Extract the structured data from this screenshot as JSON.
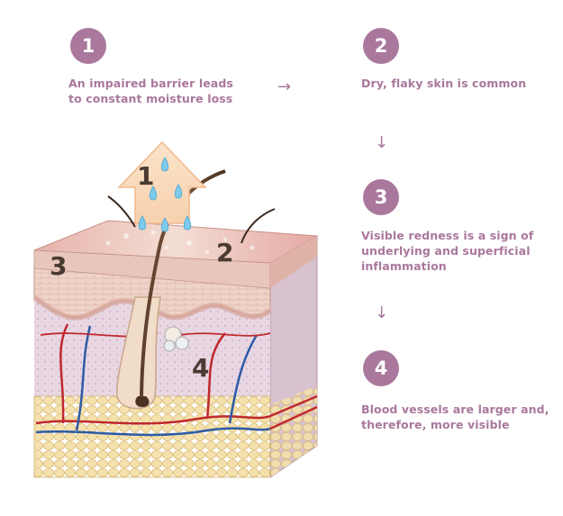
{
  "steps": [
    {
      "number": "1",
      "lines": [
        "An impaired barrier leads",
        "to constant moisture loss"
      ]
    },
    {
      "number": "2",
      "lines": [
        "Dry, flaky skin is common"
      ]
    },
    {
      "number": "3",
      "lines": [
        "Visible redness is a sign of",
        "underlying and superficial",
        "inflammation"
      ]
    },
    {
      "number": "4",
      "lines": [
        "Blood vessels are larger and,",
        "therefore, more visible"
      ]
    }
  ],
  "diagram_labels": {
    "one": "1",
    "two": "2",
    "three": "3",
    "four": "4"
  },
  "colors": {
    "accent": "#a9789c",
    "epidermis": "#e9c6bb",
    "dermis": "#e8d7e3",
    "fat": "#f1dca2",
    "vessel_red": "#c0282d",
    "vessel_blue": "#2d5aa6",
    "droplet": "#7fc9ea"
  },
  "icons": {
    "right": "arrow-right-icon",
    "down": "arrow-down-icon"
  }
}
